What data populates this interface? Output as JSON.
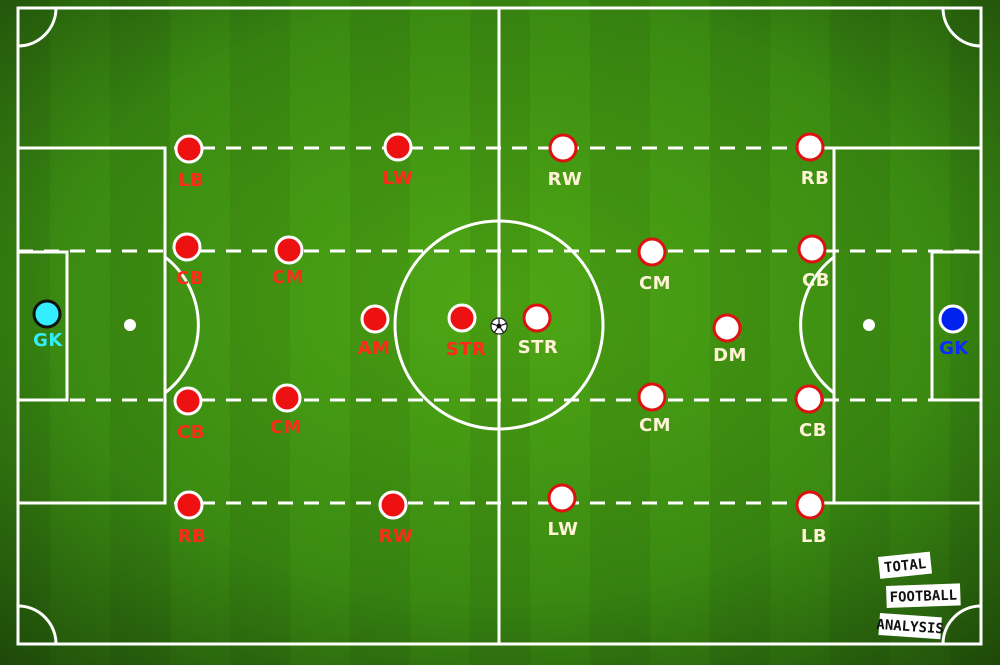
{
  "colors": {
    "grass_center": "#4ea814",
    "grass_edge": "#24540c",
    "line": "#ffffff",
    "home_fill": "#ee1111",
    "home_label": "#ff2a1a",
    "away_fill": "#ffffff",
    "away_stroke": "#dd1111",
    "away_label": "#fff3d6",
    "home_gk_fill": "#33eeff",
    "home_gk_label": "#33eeff",
    "away_gk_fill": "#0022ee",
    "away_gk_label": "#0a2cff"
  },
  "ball_icon": "soccer-ball-icon",
  "logo": {
    "line1": "TOTAL",
    "line2": "FOOTBALL",
    "line3": "ANALYSIS"
  },
  "home_team": {
    "players": [
      {
        "role": "GK"
      },
      {
        "role": "LB"
      },
      {
        "role": "CB"
      },
      {
        "role": "CB"
      },
      {
        "role": "RB"
      },
      {
        "role": "CM"
      },
      {
        "role": "CM"
      },
      {
        "role": "LW"
      },
      {
        "role": "AM"
      },
      {
        "role": "RW"
      },
      {
        "role": "STR"
      }
    ]
  },
  "away_team": {
    "players": [
      {
        "role": "GK"
      },
      {
        "role": "RB"
      },
      {
        "role": "CB"
      },
      {
        "role": "CB"
      },
      {
        "role": "LB"
      },
      {
        "role": "DM"
      },
      {
        "role": "CM"
      },
      {
        "role": "CM"
      },
      {
        "role": "RW"
      },
      {
        "role": "LW"
      },
      {
        "role": "STR"
      }
    ]
  }
}
